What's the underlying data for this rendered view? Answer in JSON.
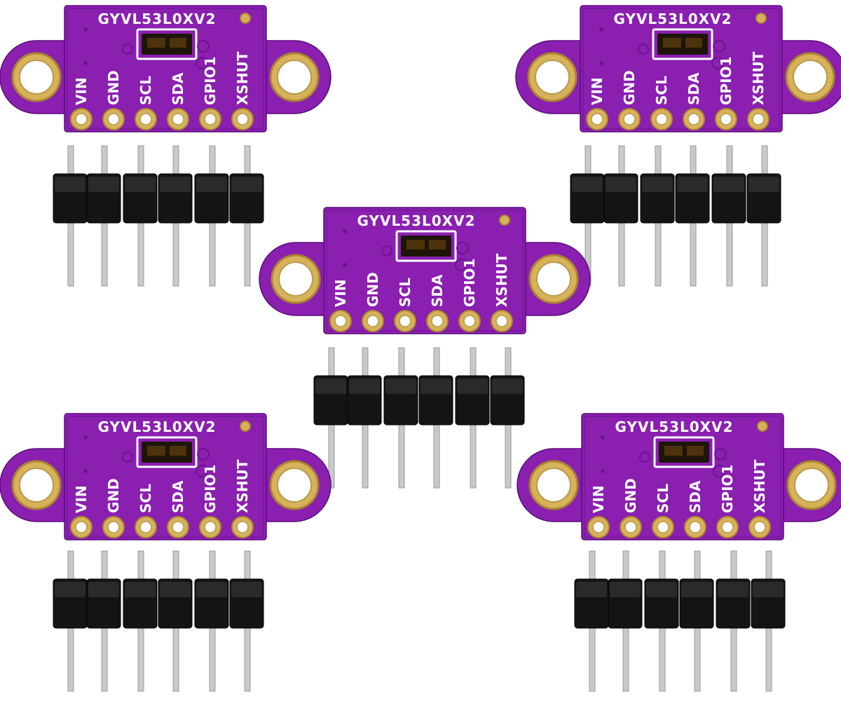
{
  "product": {
    "colors": {
      "pcb": "#8a1fb0",
      "pcb_dark": "#6e1292",
      "pcb_edge": "#5a0e7a",
      "silkscreen": "#ffffff",
      "gold": "#d8b25a",
      "gold_dark": "#a9862f",
      "header_plastic": "#141414",
      "pin_metal": "#c9c9c9",
      "sensor_package": "#1d1506"
    },
    "modules": [
      {
        "board_label": "GYVL53L0XV2",
        "pins": [
          {
            "label": "VIN"
          },
          {
            "label": "GND"
          },
          {
            "label": "SCL"
          },
          {
            "label": "SDA"
          },
          {
            "label": "GPIO1"
          },
          {
            "label": "XSHUT"
          }
        ]
      },
      {
        "board_label": "GYVL53L0XV2",
        "pins": [
          {
            "label": "VIN"
          },
          {
            "label": "GND"
          },
          {
            "label": "SCL"
          },
          {
            "label": "SDA"
          },
          {
            "label": "GPIO1"
          },
          {
            "label": "XSHUT"
          }
        ]
      },
      {
        "board_label": "GYVL53L0XV2",
        "pins": [
          {
            "label": "VIN"
          },
          {
            "label": "GND"
          },
          {
            "label": "SCL"
          },
          {
            "label": "SDA"
          },
          {
            "label": "GPIO1"
          },
          {
            "label": "XSHUT"
          }
        ]
      },
      {
        "board_label": "GYVL53L0XV2",
        "pins": [
          {
            "label": "VIN"
          },
          {
            "label": "GND"
          },
          {
            "label": "SCL"
          },
          {
            "label": "SDA"
          },
          {
            "label": "GPIO1"
          },
          {
            "label": "XSHUT"
          }
        ]
      },
      {
        "board_label": "GYVL53L0XV2",
        "pins": [
          {
            "label": "VIN"
          },
          {
            "label": "GND"
          },
          {
            "label": "SCL"
          },
          {
            "label": "SDA"
          },
          {
            "label": "GPIO1"
          },
          {
            "label": "XSHUT"
          }
        ]
      }
    ]
  }
}
